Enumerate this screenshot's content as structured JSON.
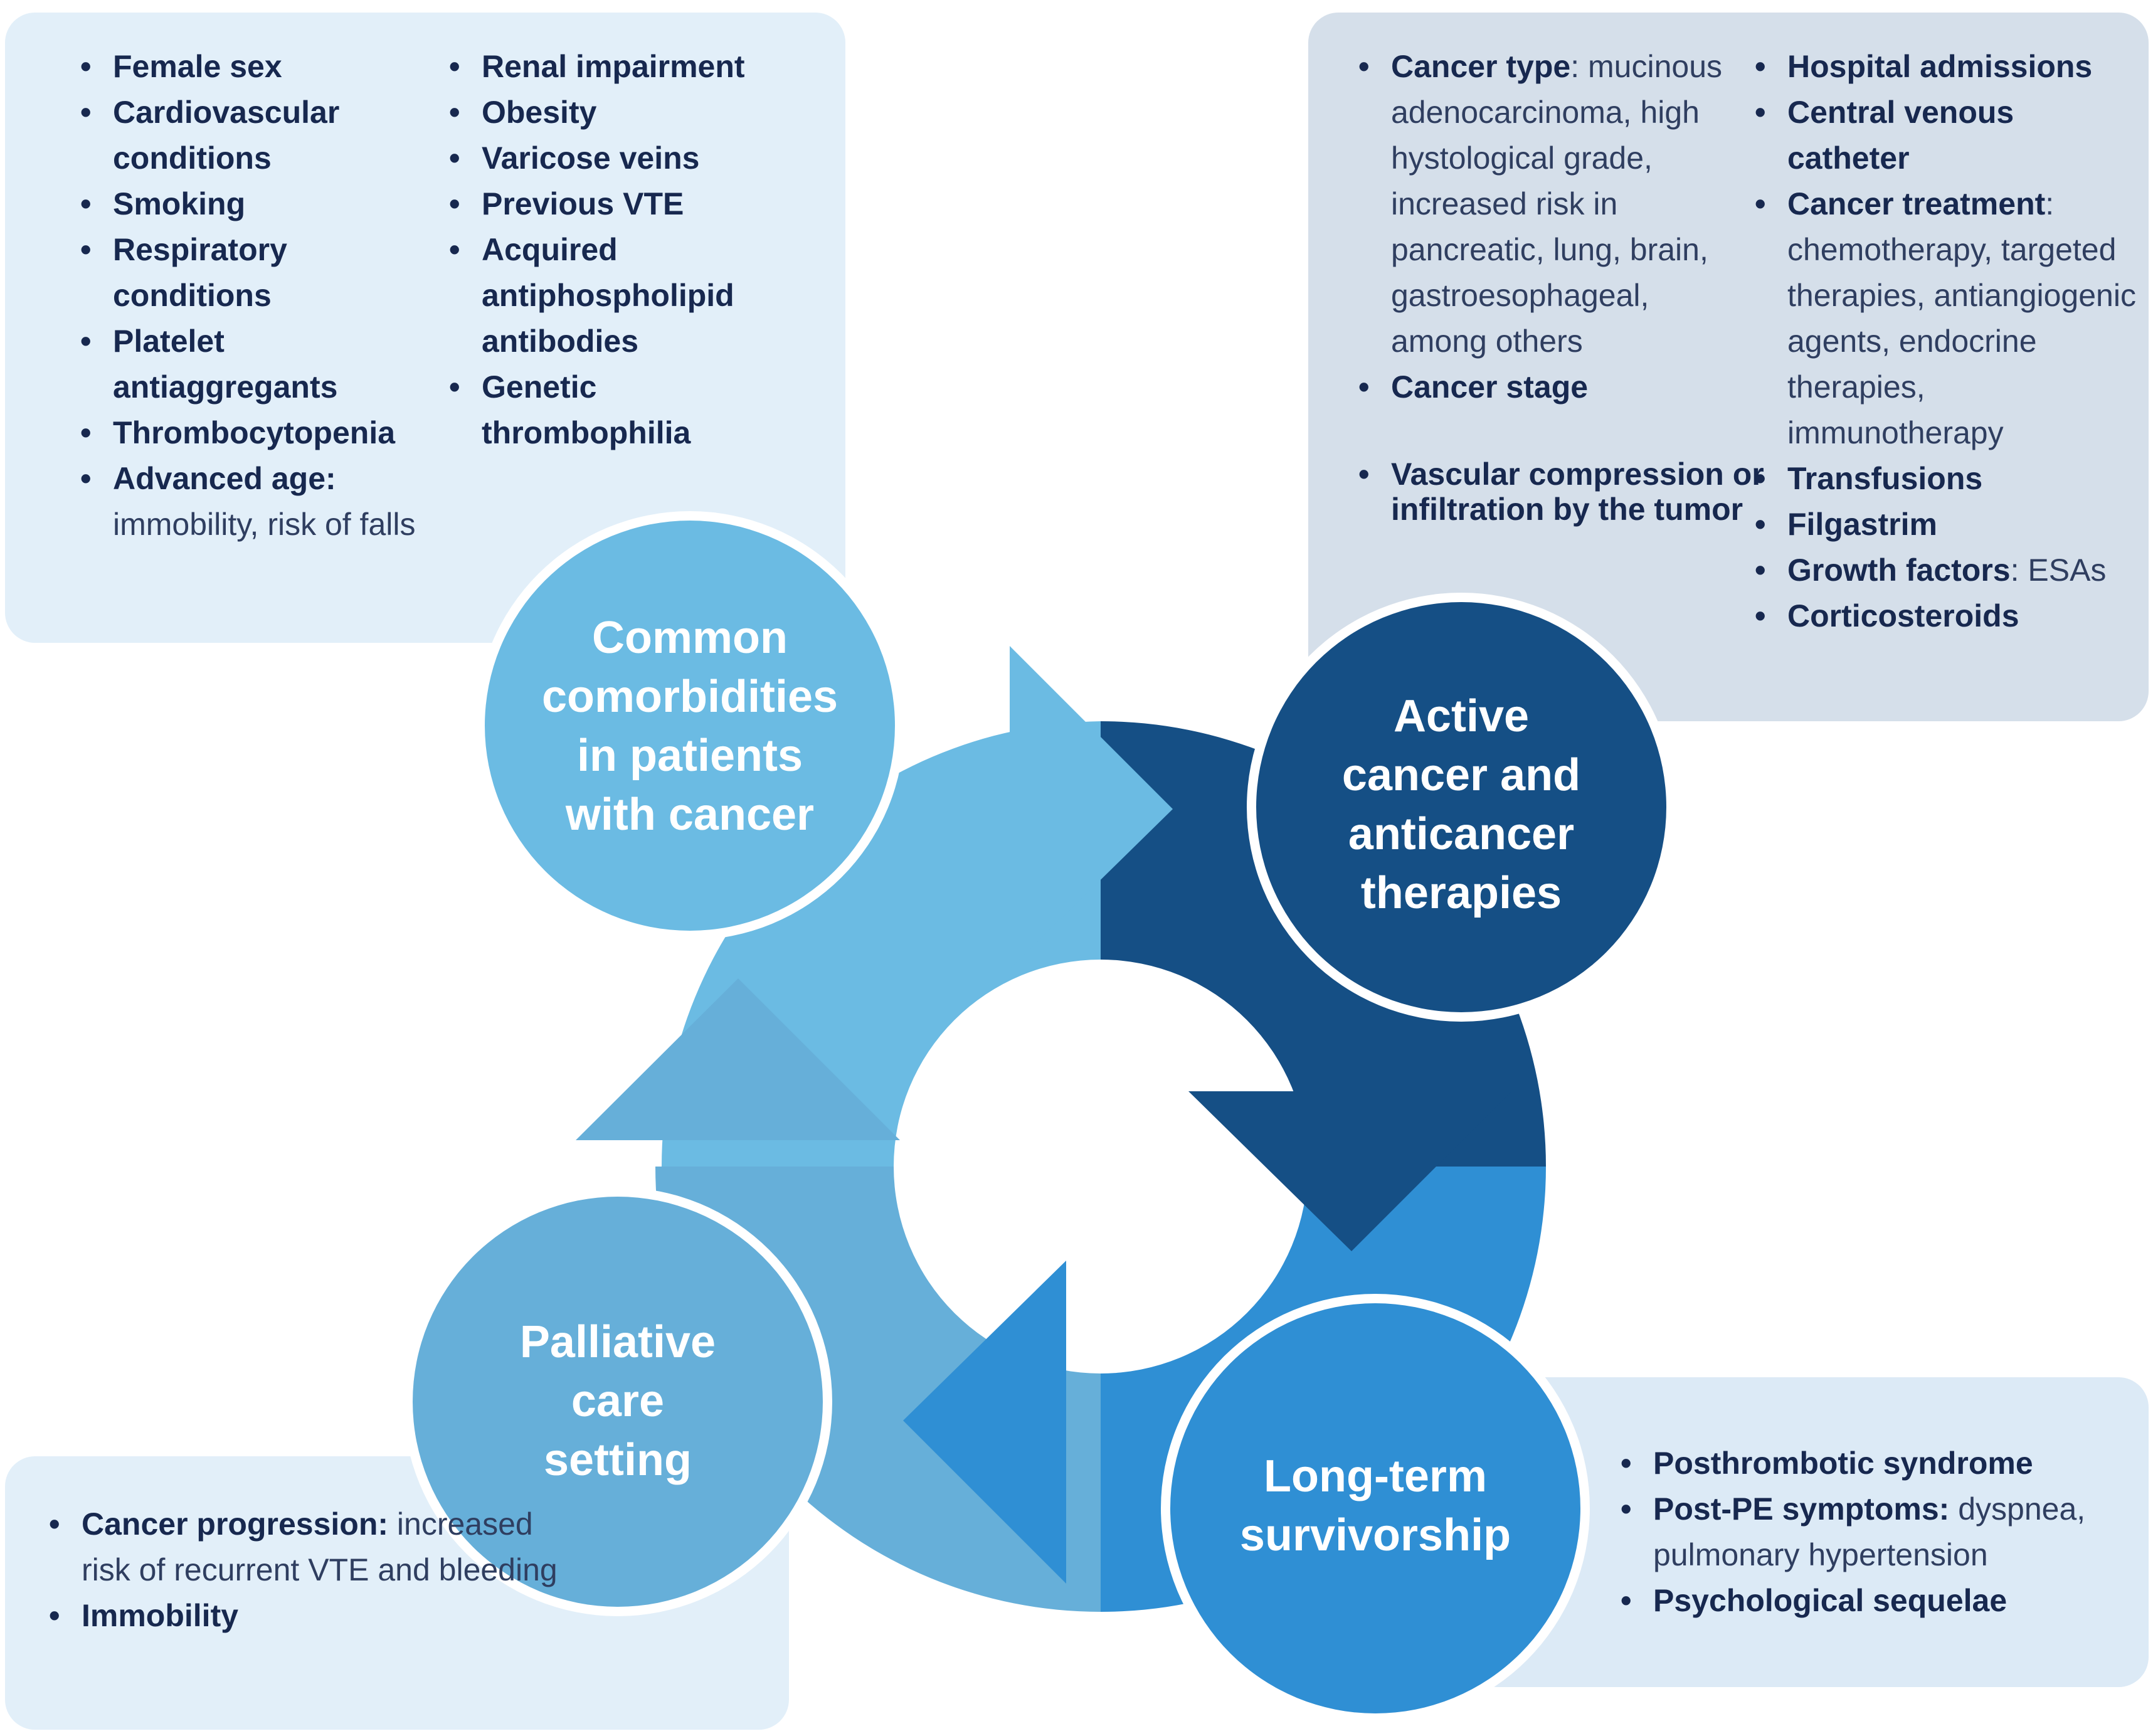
{
  "colors": {
    "light_blue": "#6bbbe3",
    "dark_navy": "#154f85",
    "mid_blue": "#2f8fd4",
    "steel_blue": "#66afd9",
    "text_navy": "#17284f"
  },
  "comorbidities": {
    "title_lines": [
      "Common",
      "comorbidities",
      "in patients",
      "with cancer"
    ],
    "col1": [
      {
        "bold": "Female sex",
        "plain": ""
      },
      {
        "bold": "Cardiovascular conditions",
        "plain": ""
      },
      {
        "bold": "Smoking",
        "plain": ""
      },
      {
        "bold": "Respiratory conditions",
        "plain": ""
      },
      {
        "bold": "Platelet antiaggregants",
        "plain": ""
      },
      {
        "bold": "Thrombocytopenia",
        "plain": ""
      },
      {
        "bold": "Advanced age:",
        "plain": " immobility, risk of falls"
      }
    ],
    "col2": [
      {
        "bold": "Renal impairment",
        "plain": ""
      },
      {
        "bold": "Obesity",
        "plain": ""
      },
      {
        "bold": "Varicose veins",
        "plain": ""
      },
      {
        "bold": "Previous VTE",
        "plain": ""
      },
      {
        "bold": "Acquired antiphospholipid antibodies",
        "plain": ""
      },
      {
        "bold": "Genetic thrombophilia",
        "plain": ""
      }
    ]
  },
  "active_cancer": {
    "title_lines": [
      "Active",
      "cancer and",
      "anticancer",
      "therapies"
    ],
    "col1_a": [
      {
        "bold": "Cancer type",
        "plain": ": mucinous adenocarcinoma, high hystological grade, increased risk in pancreatic, lung, brain, gastroesophageal, among others"
      },
      {
        "bold": "Cancer stage",
        "plain": ""
      }
    ],
    "col1_b": [
      {
        "bold": "Vascular compression or infiltration by the tumor",
        "plain": ""
      }
    ],
    "col2": [
      {
        "bold": "Hospital admissions",
        "plain": ""
      },
      {
        "bold": "Central venous catheter",
        "plain": ""
      },
      {
        "bold": "Cancer treatment",
        "plain": ": chemotherapy, targeted therapies, antiangiogenic agents, endocrine therapies, immunotherapy"
      },
      {
        "bold": "Transfusions",
        "plain": ""
      },
      {
        "bold": "Filgastrim",
        "plain": ""
      },
      {
        "bold": "Growth factors",
        "plain": ": ESAs"
      },
      {
        "bold": "Corticosteroids",
        "plain": ""
      }
    ]
  },
  "survivorship": {
    "title_lines": [
      "Long-term",
      "survivorship"
    ],
    "items": [
      {
        "bold": "Posthrombotic syndrome",
        "plain": ""
      },
      {
        "bold": "Post-PE symptoms:",
        "plain": " dyspnea, pulmonary hypertension"
      },
      {
        "bold": "Psychological sequelae",
        "plain": ""
      }
    ]
  },
  "palliative": {
    "title_lines": [
      "Palliative",
      "care",
      "setting"
    ],
    "items": [
      {
        "bold": "Cancer progression:",
        "plain": "  increased risk of recurrent VTE  and bleeding"
      },
      {
        "bold": "Immobility",
        "plain": ""
      }
    ]
  }
}
